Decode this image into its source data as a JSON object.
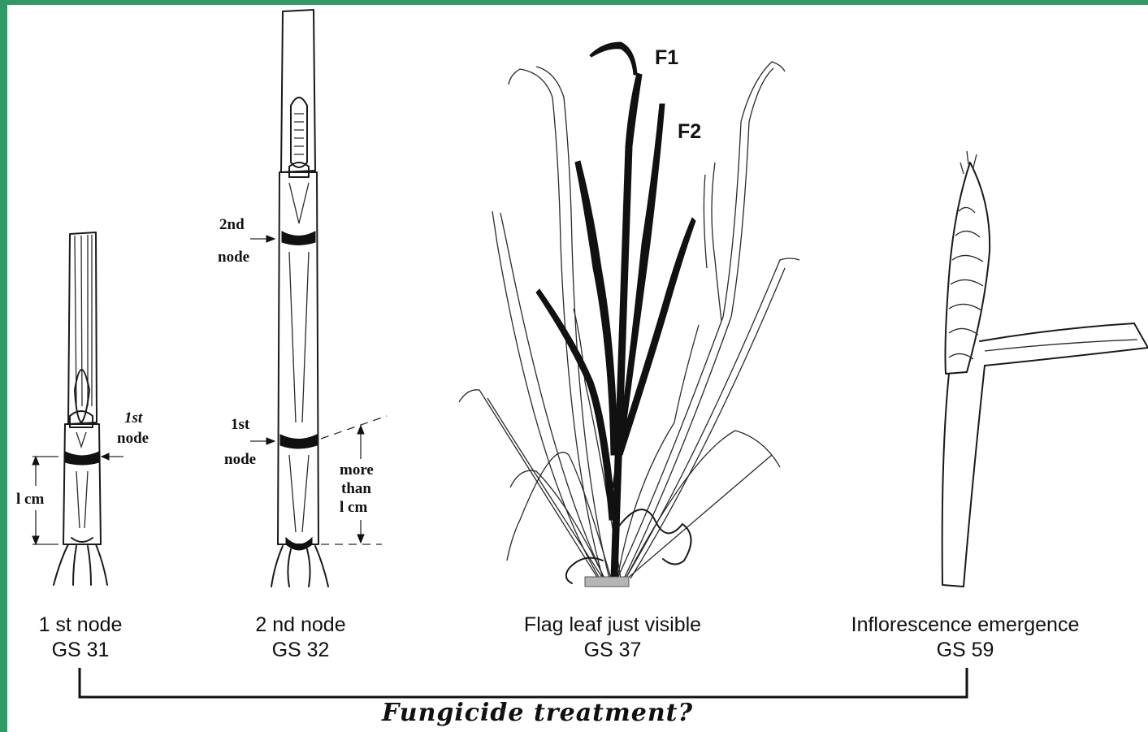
{
  "stages": [
    {
      "name": "1 st node",
      "gs": "GS 31"
    },
    {
      "name": "2 nd node",
      "gs": "GS 32"
    },
    {
      "name": "Flag leaf just visible",
      "gs": "GS 37"
    },
    {
      "name": "Inflorescence emergence",
      "gs": "GS 59"
    }
  ],
  "annotations": {
    "gs31_node_l1": "1st",
    "gs31_node_l2": "node",
    "gs31_measure": "l cm",
    "gs32_2nd_l1": "2nd",
    "gs32_2nd_l2": "node",
    "gs32_1st_l1": "1st",
    "gs32_1st_l2": "node",
    "gs32_more_l1": "more",
    "gs32_more_l2": "than",
    "gs32_more_l3": "l cm",
    "f1": "F1",
    "f2": "F2"
  },
  "caption": "Fungicide treatment?",
  "colors": {
    "border": "#2f9a63",
    "background": "#ffffff",
    "ink": "#111111"
  }
}
